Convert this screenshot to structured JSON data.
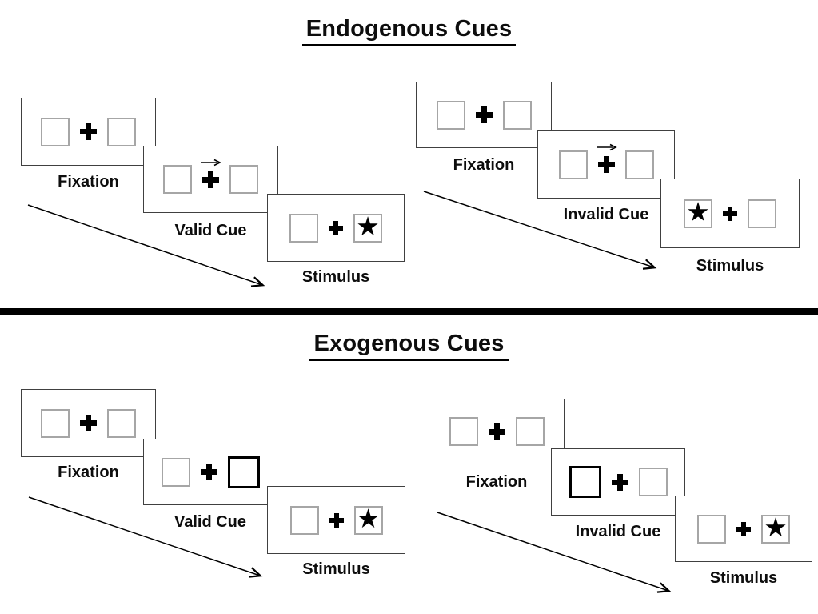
{
  "sections": [
    {
      "title": "Endogenous Cues",
      "sequences": [
        {
          "name": "valid-sequence",
          "cue_type": "central-arrow",
          "stimulus_side": "right",
          "steps": [
            {
              "label": "Fixation"
            },
            {
              "label": "Valid Cue"
            },
            {
              "label": "Stimulus"
            }
          ]
        },
        {
          "name": "invalid-sequence",
          "cue_type": "central-arrow",
          "stimulus_side": "left",
          "steps": [
            {
              "label": "Fixation"
            },
            {
              "label": "Invalid Cue"
            },
            {
              "label": "Stimulus"
            }
          ]
        }
      ]
    },
    {
      "title": "Exogenous Cues",
      "sequences": [
        {
          "name": "valid-sequence",
          "cue_type": "bold-right-box",
          "stimulus_side": "right",
          "steps": [
            {
              "label": "Fixation"
            },
            {
              "label": "Valid Cue"
            },
            {
              "label": "Stimulus"
            }
          ]
        },
        {
          "name": "invalid-sequence",
          "cue_type": "bold-left-box",
          "stimulus_side": "right",
          "steps": [
            {
              "label": "Fixation"
            },
            {
              "label": "Invalid Cue"
            },
            {
              "label": "Stimulus"
            }
          ]
        }
      ]
    }
  ],
  "glyphs": {
    "star": "★"
  },
  "colors": {
    "background": "#ffffff",
    "ink": "#000000",
    "panel_border": "#404040",
    "square_border": "#a6a6a6",
    "divider": "#000000"
  }
}
